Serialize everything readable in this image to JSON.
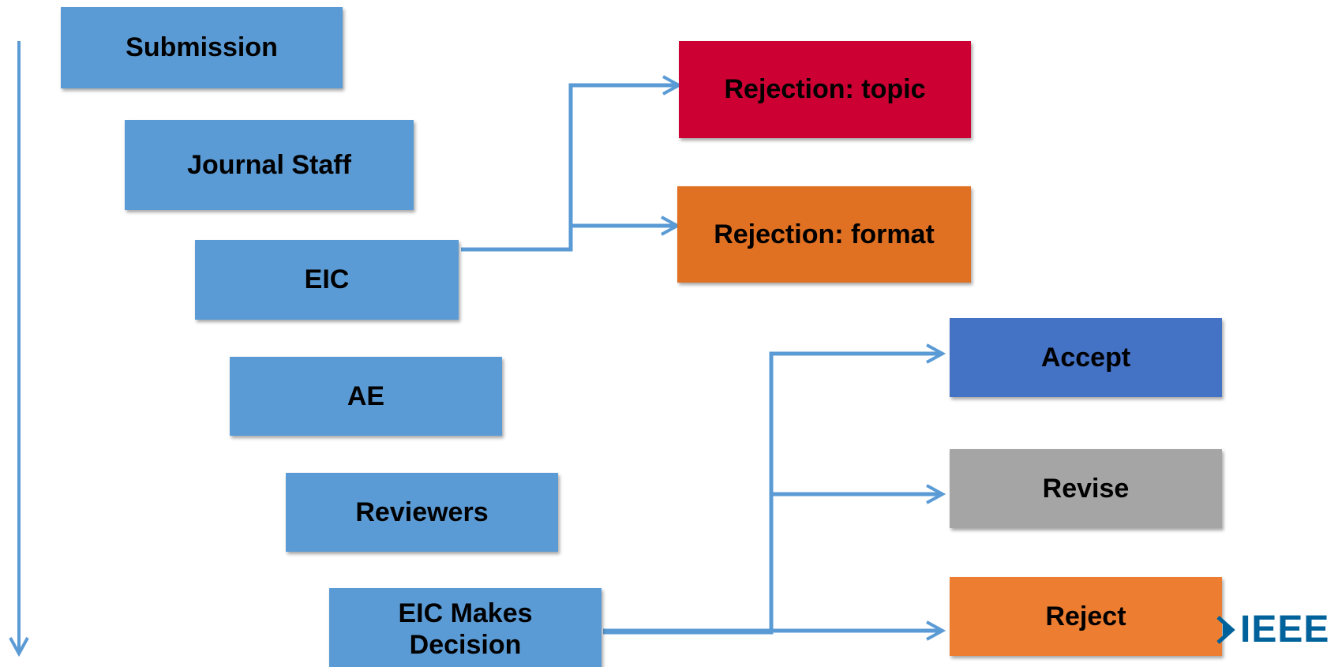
{
  "colors": {
    "step_blue": "#5b9bd5",
    "arrow_blue": "#5b9bd5",
    "rejection_topic": "#cc0033",
    "rejection_format": "#e07022",
    "accept": "#4472c4",
    "revise": "#a5a5a5",
    "reject": "#ed7d31",
    "logo": "#00629b"
  },
  "steps": {
    "submission": "Submission",
    "journal_staff": "Journal Staff",
    "eic": "EIC",
    "ae": "AE",
    "reviewers": "Reviewers",
    "eic_decision_line1": "EIC Makes",
    "eic_decision_line2": "Decision"
  },
  "early_outcomes": {
    "rejection_topic": "Rejection: topic",
    "rejection_format": "Rejection: format"
  },
  "final_outcomes": {
    "accept": "Accept",
    "revise": "Revise",
    "reject": "Reject"
  },
  "logo": {
    "text": "IEEE",
    "icon": "ieee-diamond-icon"
  }
}
